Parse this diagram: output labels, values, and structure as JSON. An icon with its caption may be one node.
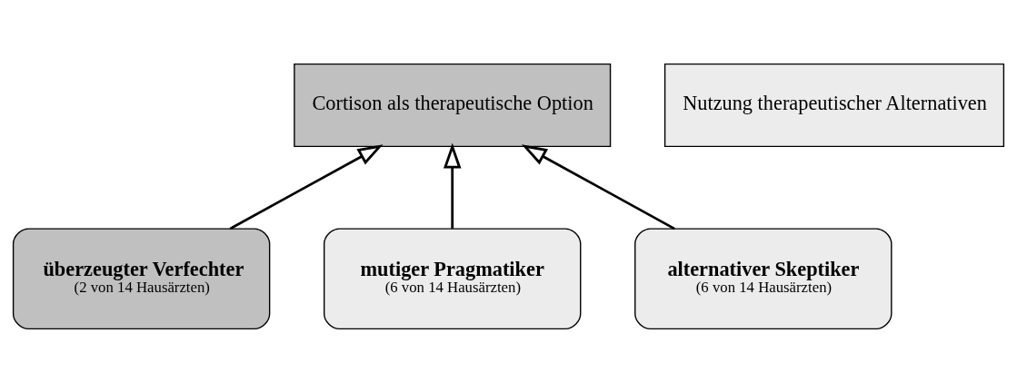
{
  "diagram": {
    "nodes": [
      {
        "text": [
          "Cortison als therapeutische Option"
        ]
      },
      {
        "text": [
          "Nutzung therapeutischer Alternativen"
        ]
      },
      {
        "text": [
          "überzeugter Verfechter",
          "(2 von 14 Hausärzten)"
        ]
      },
      {
        "text": [
          "mutiger Pragmatiker",
          "(6 von 14 Hausärzten)"
        ]
      },
      {
        "text": [
          "alternativer Skeptiker",
          "(6 von 14 Hausärzten)"
        ]
      }
    ],
    "edges": [
      {
        "from": 2,
        "to": 0,
        "arrow": "to"
      },
      {
        "from": 3,
        "to": 0,
        "arrow": "to"
      },
      {
        "from": 4,
        "to": 0,
        "arrow": "to"
      }
    ]
  }
}
